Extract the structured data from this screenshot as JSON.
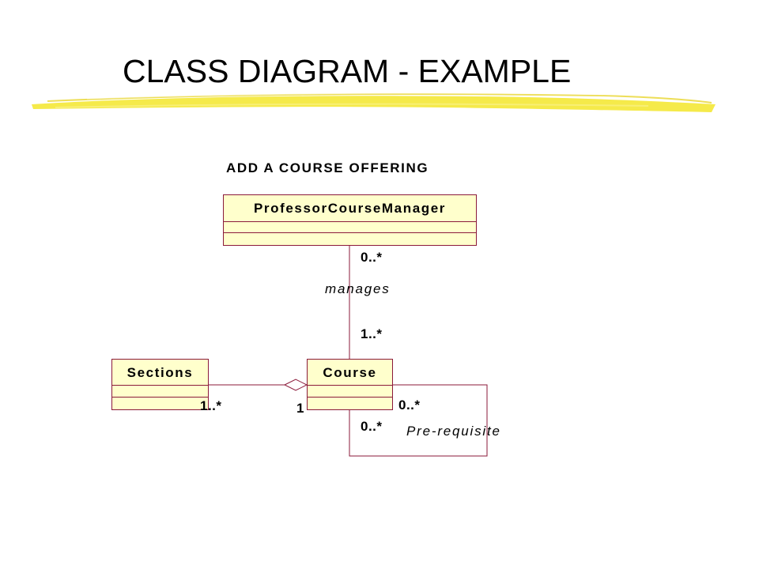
{
  "slide": {
    "title": "CLASS DIAGRAM - EXAMPLE"
  },
  "diagram": {
    "title": "ADD A COURSE OFFERING",
    "classes": {
      "professor_course_manager": "ProfessorCourseManager",
      "course": "Course",
      "sections": "Sections"
    },
    "associations": {
      "manages": {
        "label": "manages",
        "upper_multiplicity": "0..*",
        "lower_multiplicity": "1..*"
      },
      "aggregation": {
        "sections_multiplicity": "1..*",
        "course_multiplicity": "1"
      },
      "prerequisite": {
        "label": "Pre-requisite",
        "right_multiplicity": "0..*",
        "bottom_multiplicity": "0..*"
      }
    },
    "colors": {
      "class_fill": "#ffffcc",
      "class_border": "#8b1a3a",
      "brush_stroke": "#f2e640",
      "line": "#8b1a3a"
    }
  }
}
